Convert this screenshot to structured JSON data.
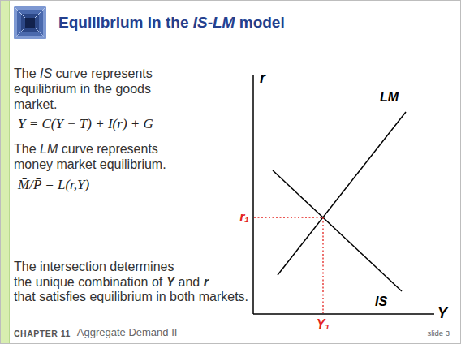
{
  "diagram": {
    "title": "Equilibrium in the IS-LM model",
    "labels": [
      "The IS curve represents equilibrium in the goods market.",
      "Y = C(Y − T̄) + I(r) + Ḡ",
      "The LM curve represents money market equilibrium.",
      "M̄/P̄ = L(r,Y)",
      "The intersection determines",
      "the unique combination of Y and r",
      "that satisfies equilibrium in both markets.",
      "r",
      "LM",
      "r₁",
      "IS",
      "Y",
      "Y₁",
      "CHAPTER 11",
      "Aggregate Demand II",
      "slide 3"
    ]
  }
}
